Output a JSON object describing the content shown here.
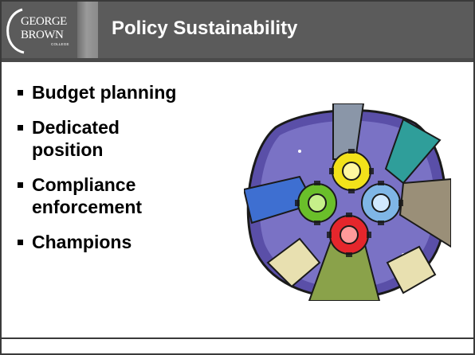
{
  "header": {
    "title": "Policy Sustainability",
    "logo": {
      "line1": "GEORGE",
      "line2": "BROWN",
      "line3": "COLLEGE"
    }
  },
  "bullets": [
    {
      "text": "Budget planning"
    },
    {
      "lines": [
        "Dedicated",
        "position"
      ]
    },
    {
      "lines": [
        "Compliance",
        "enforcement"
      ]
    },
    {
      "text": "Champions"
    }
  ],
  "colors": {
    "header": "#5b5b5b",
    "gear_yellow": "#f2e21a",
    "gear_green": "#6abf2a",
    "gear_blue": "#7fb6e6",
    "gear_red": "#e5262c"
  },
  "icons": [
    "bullet-square-icon",
    "gears-teamwork-clipart"
  ]
}
